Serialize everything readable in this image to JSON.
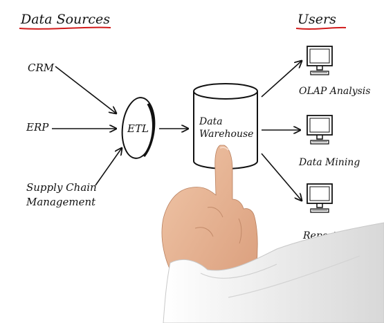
{
  "headings": {
    "sources": "Data Sources",
    "users": "Users"
  },
  "sources": {
    "crm": "CRM",
    "erp": "ERP",
    "supply_line1": "Supply Chain",
    "supply_line2": "Management"
  },
  "process": {
    "etl": "ETL"
  },
  "warehouse": {
    "line1": "Data",
    "line2": "Warehouse"
  },
  "users": {
    "olap": "OLAP Analysis",
    "mining": "Data Mining",
    "reporting": "Reporting"
  },
  "colors": {
    "ink": "#111111",
    "underline": "#d11a1a",
    "skin": "#e7b392",
    "sleeve": "#e6e6e6"
  }
}
